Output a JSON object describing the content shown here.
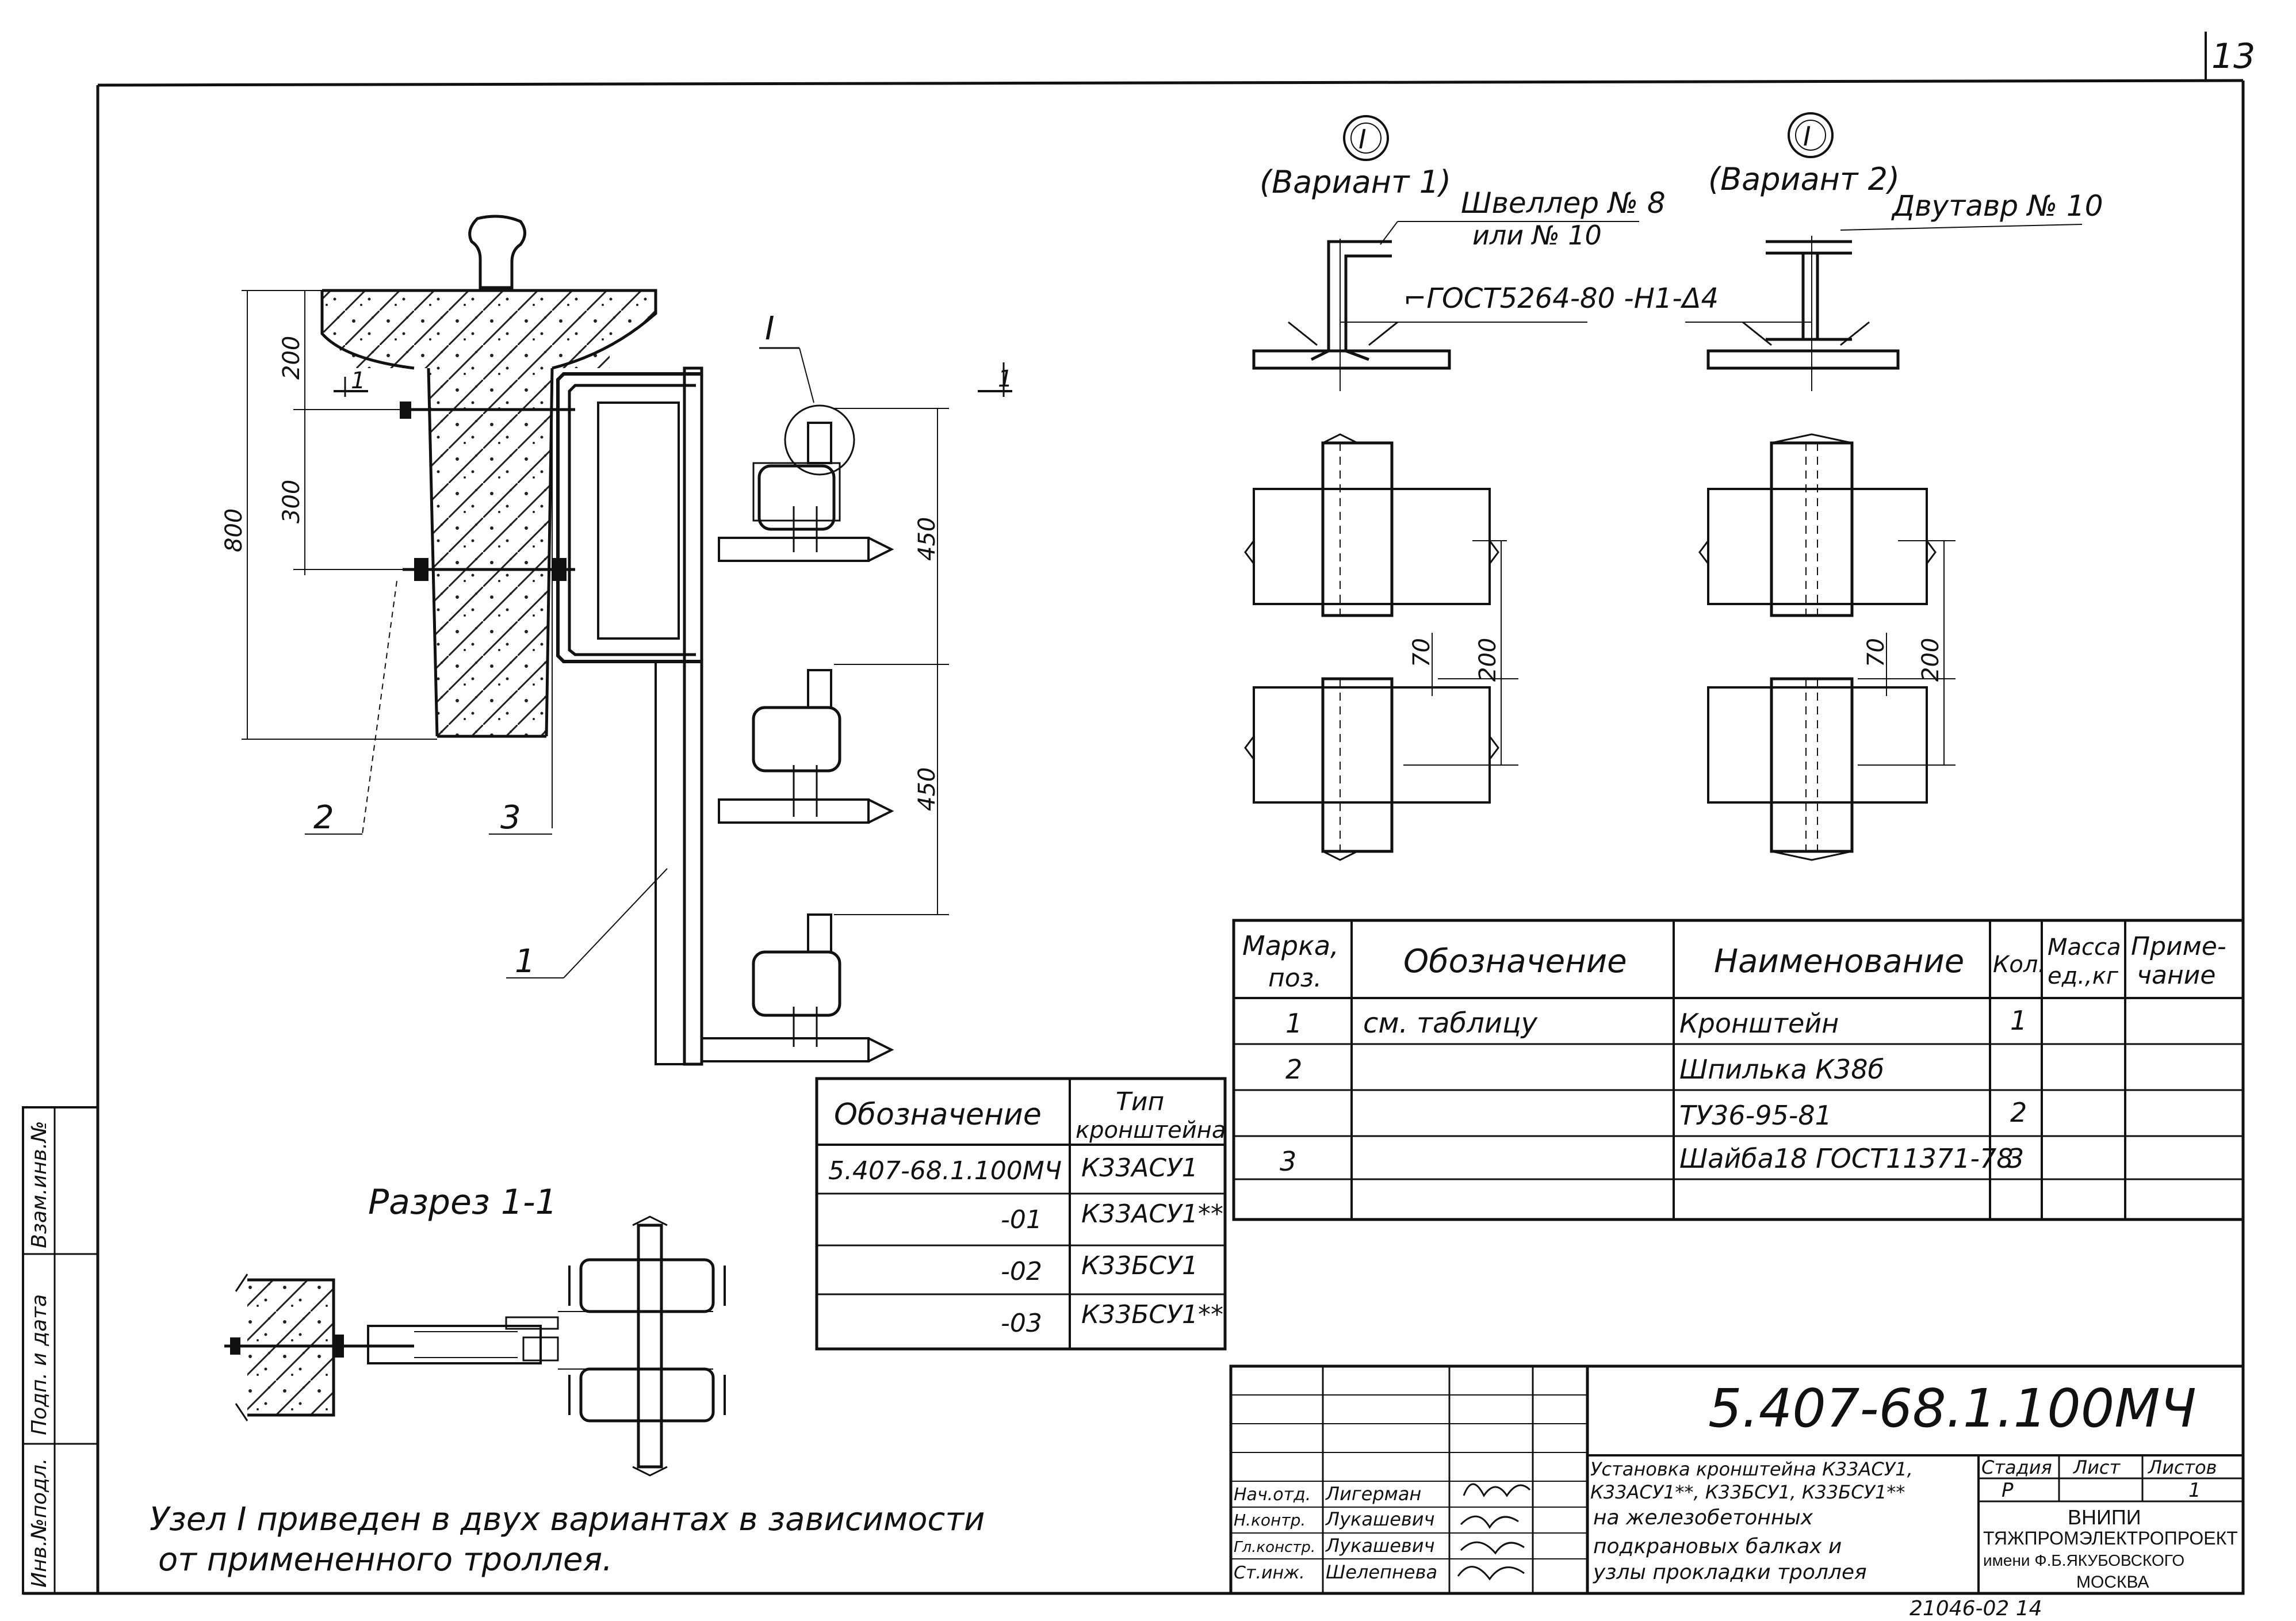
{
  "sheet": {
    "page_number": "13",
    "stamp_number": "21046-02 14",
    "note_line1": "Узел I приведен  в двух вариантах в зависимости",
    "note_line2": "от  примененного  троллея."
  },
  "side_stamp": {
    "cells": [
      "Взам.инв.№",
      "Подп. и дата",
      "Инв.№подл."
    ]
  },
  "main_view": {
    "callout_I": "I",
    "section_mark": "1",
    "dims": {
      "d200": "200",
      "d300": "300",
      "d800": "800",
      "d450a": "450",
      "d450b": "450"
    },
    "positions": {
      "p1": "1",
      "p2": "2",
      "p3": "3"
    }
  },
  "section_view": {
    "title": "Разрез 1-1"
  },
  "variant1": {
    "node": "I",
    "title": "(Вариант 1)",
    "label": "Швеллер № 8",
    "label2": "или № 10",
    "weld": "⌐ГОСТ5264-80 -Н1-Δ4",
    "dim70": "70",
    "dim200": "200"
  },
  "variant2": {
    "node": "I",
    "title": "(Вариант 2)",
    "label": "Двутавр № 10",
    "dim70": "70",
    "dim200": "200"
  },
  "types_table": {
    "headers": [
      "Обозначение",
      "Тип",
      "кронштейна"
    ],
    "rows": [
      {
        "code": "5.407-68.1.100МЧ",
        "type": "К33АСУ1"
      },
      {
        "code": "-01",
        "type": "К33АСУ1**"
      },
      {
        "code": "-02",
        "type": "К33БСУ1"
      },
      {
        "code": "-03",
        "type": "К33БСУ1**"
      }
    ]
  },
  "spec_table": {
    "headers": {
      "mark": "Марка,",
      "mark2": "поз.",
      "designation": "Обозначение",
      "name": "Наименование",
      "qty": "Кол.",
      "mass": "Масса",
      "mass2": "ед.,кг",
      "note": "Приме-",
      "note2": "чание"
    },
    "rows": [
      {
        "mark": "1",
        "designation": "см. таблицу",
        "name": "Кронштейн",
        "qty": "1"
      },
      {
        "mark": "2",
        "designation": "",
        "name": "Шпилька К38б",
        "qty": ""
      },
      {
        "mark": "",
        "designation": "",
        "name": "ТУ36-95-81",
        "qty": "2"
      },
      {
        "mark": "3",
        "designation": "",
        "name": "Шайба18 ГОСТ11371-78",
        "qty": "3"
      }
    ]
  },
  "title_block": {
    "code": "5.407-68.1.100МЧ",
    "title_lines": [
      "Установка кронштейна К33АСУ1,",
      "К33АСУ1**, К33БСУ1, К33БСУ1**",
      "на железобетонных",
      "подкрановых балках и",
      "узлы прокладки троллея"
    ],
    "stage_label": "Стадия",
    "sheet_label": "Лист",
    "sheets_label": "Листов",
    "stage": "Р",
    "sheets": "1",
    "org1": "ВНИПИ",
    "org2": "ТЯЖПРОМЭЛЕКТРОПРОЕКТ",
    "org3": "имени Ф.Б.ЯКУБОВСКОГО",
    "org4": "МОСКВА",
    "signatures": [
      {
        "role": "Нач.отд.",
        "name": "Лигерман"
      },
      {
        "role": "Н.контр.",
        "name": "Лукашевич"
      },
      {
        "role": "Гл.констр.",
        "name": "Лукашевич"
      },
      {
        "role": "Ст.инж.",
        "name": "Шелепнева"
      }
    ]
  }
}
